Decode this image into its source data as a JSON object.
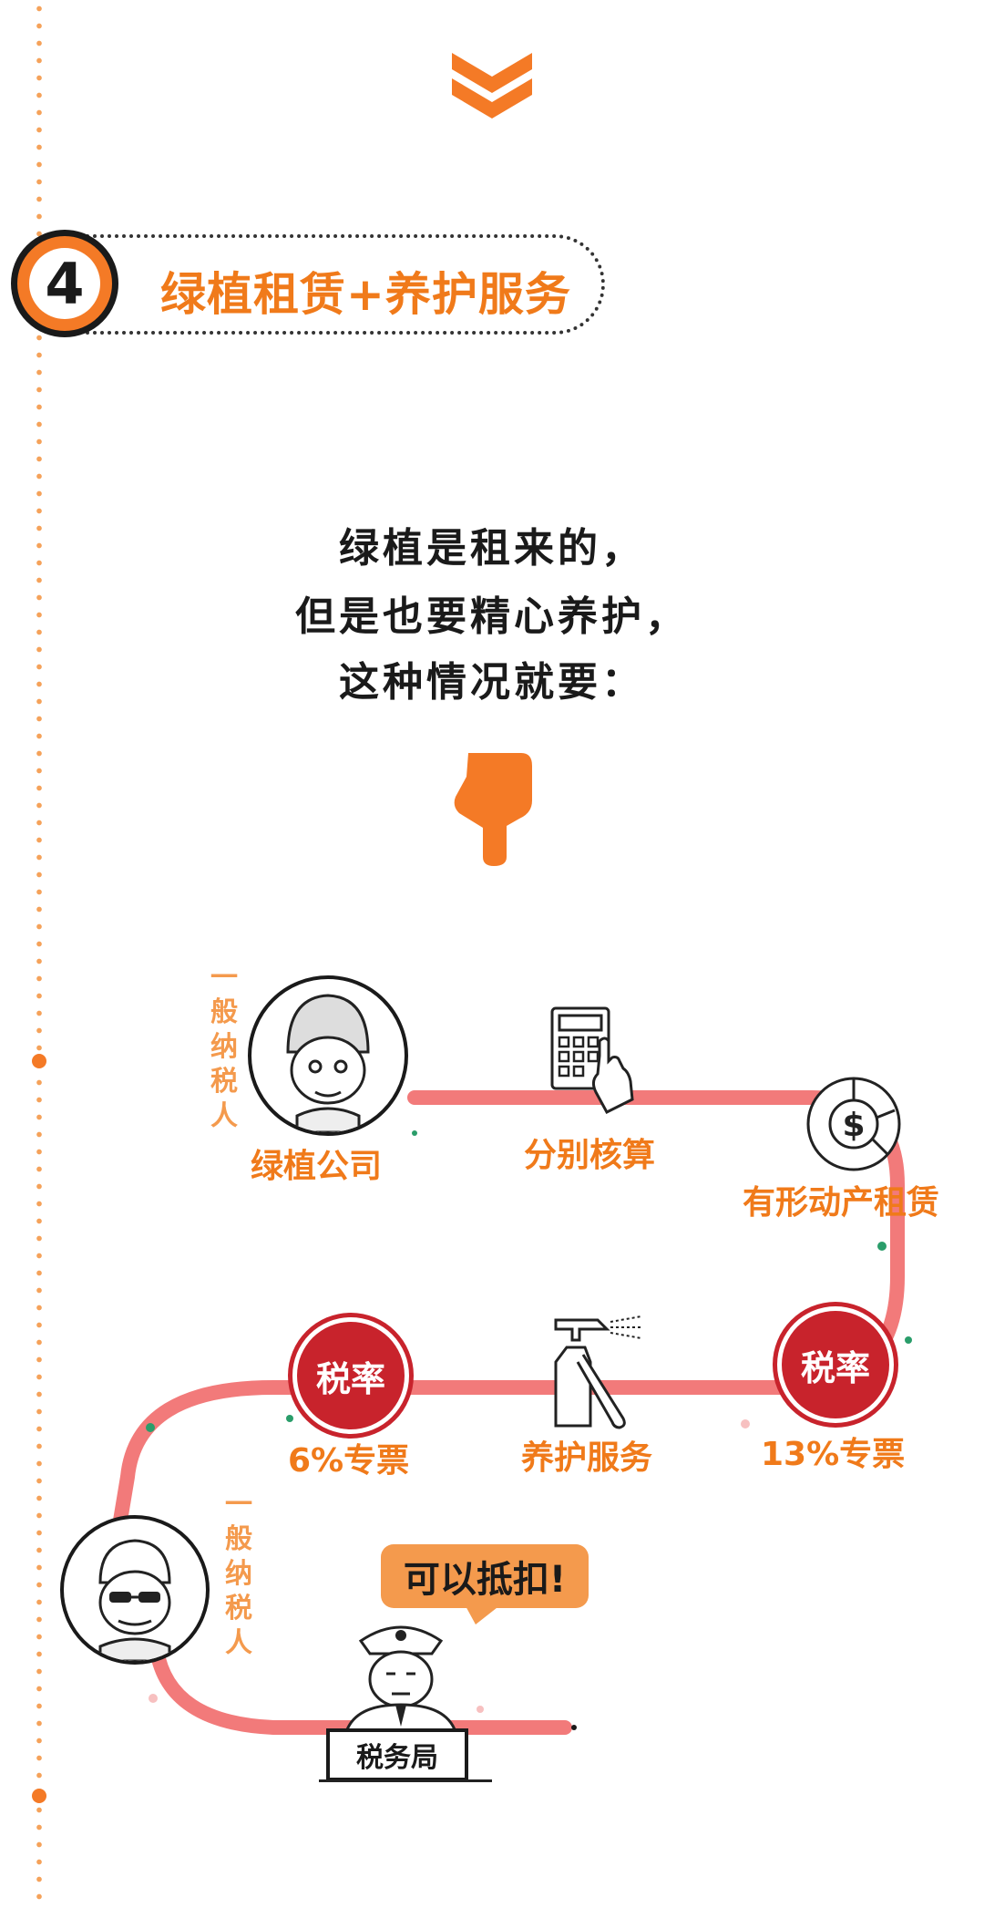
{
  "section": {
    "number": "4",
    "title": "绿植租赁+养护服务"
  },
  "intro": {
    "line1": "绿植是租来的，",
    "line2": "但是也要精心养护，",
    "line3": "这种情况就要："
  },
  "flow": {
    "seller_role": "一般纳税人",
    "seller_label": "绿植公司",
    "step_separate": "分别核算",
    "leasing_label": "有形动产租赁",
    "rate_stamp_1": "税率",
    "rate_1_label": "13%专票",
    "maintenance_label": "养护服务",
    "rate_stamp_2": "税率",
    "rate_2_label": "6%专票",
    "buyer_role": "一般纳税人",
    "speech_bubble": "可以抵扣!",
    "tax_bureau": "税务局"
  },
  "colors": {
    "accent": "#f47a26",
    "path": "#f27a7a",
    "stamp": "#c8232c"
  },
  "icons": [
    "double-chevron-down-icon",
    "pointing-hand-icon",
    "calculator-icon",
    "dollar-pie-icon",
    "spray-bottle-icon"
  ]
}
